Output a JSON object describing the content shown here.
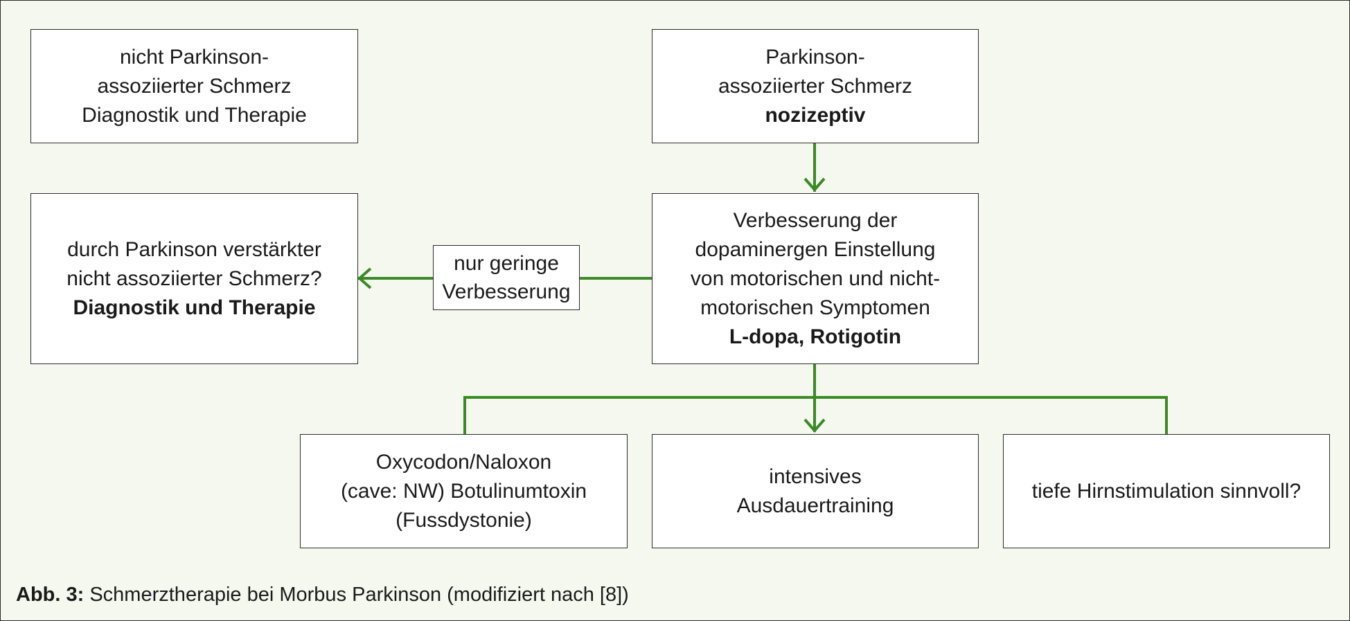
{
  "boxes": {
    "non_pd_pain": [
      "nicht Parkinson-",
      "assoziierter Schmerz",
      "Diagnostik und Therapie"
    ],
    "pd_pain": [
      "Parkinson-",
      "assoziierter Schmerz"
    ],
    "pd_pain_bold": "nozizeptiv",
    "amplified": [
      "durch Parkinson verstärkter",
      "nicht assoziierter Schmerz?"
    ],
    "amplified_bold": "Diagnostik und Therapie",
    "improvement": [
      "Verbesserung der",
      "dopaminergen Einstellung",
      "von motorischen und nicht-",
      "motorischen Symptomen"
    ],
    "improvement_bold": "L-dopa, Rotigotin",
    "oxycodon": [
      "Oxycodon/Naloxon",
      "(cave: NW) Botulinumtoxin",
      "(Fussdystonie)"
    ],
    "training": [
      "intensives",
      "Ausdauertraining"
    ],
    "dbs": [
      "tiefe Hirnstimulation sinnvoll?"
    ]
  },
  "edge_label": [
    "nur geringe",
    "Verbesserung"
  ],
  "caption": {
    "lead": "Abb. 3:",
    "text": " Schmerztherapie bei Morbus Parkinson (modifiziert nach [8])"
  },
  "colors": {
    "background": "#f5f8ef",
    "box_fill": "#ffffff",
    "border": "#2b2b2b",
    "connector": "#3a8a25"
  }
}
